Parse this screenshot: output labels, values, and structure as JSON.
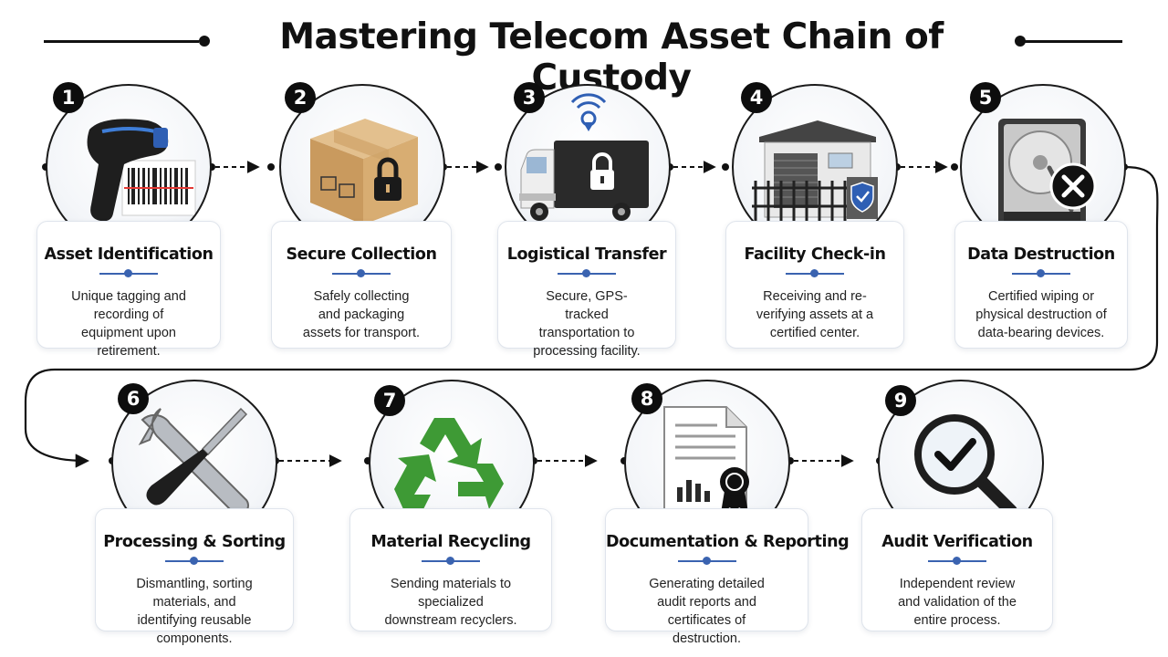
{
  "title": "Mastering Telecom Asset Chain of Custody",
  "steps": [
    {
      "number": "1",
      "title": "Asset Identification",
      "description": "Unique tagging and recording of equipment upon retirement.",
      "icon": "barcode-scanner-icon"
    },
    {
      "number": "2",
      "title": "Secure Collection",
      "description": "Safely collecting and packaging assets for transport.",
      "icon": "locked-box-icon"
    },
    {
      "number": "3",
      "title": "Logistical Transfer",
      "description": "Secure, GPS-tracked transportation to processing facility.",
      "icon": "secure-truck-icon"
    },
    {
      "number": "4",
      "title": "Facility Check-in",
      "description": "Receiving and re-verifying assets at a certified center.",
      "icon": "secure-facility-icon"
    },
    {
      "number": "5",
      "title": "Data Destruction",
      "description": "Certified wiping or physical destruction of data-bearing devices.",
      "icon": "hard-drive-destroy-icon"
    },
    {
      "number": "6",
      "title": "Processing & Sorting",
      "description": "Dismantling, sorting materials, and identifying reusable components.",
      "icon": "tools-icon"
    },
    {
      "number": "7",
      "title": "Material Recycling",
      "description": "Sending materials to specialized downstream recyclers.",
      "icon": "recycle-icon"
    },
    {
      "number": "8",
      "title": "Documentation & Reporting",
      "description": "Generating detailed audit reports and certificates of destruction.",
      "icon": "report-certificate-icon"
    },
    {
      "number": "9",
      "title": "Audit Verification",
      "description": "Independent review and validation of the entire process.",
      "icon": "magnifier-check-icon"
    }
  ],
  "colors": {
    "accent": "#3a63b0",
    "ink": "#111111",
    "recycle_green": "#3e9a35"
  }
}
